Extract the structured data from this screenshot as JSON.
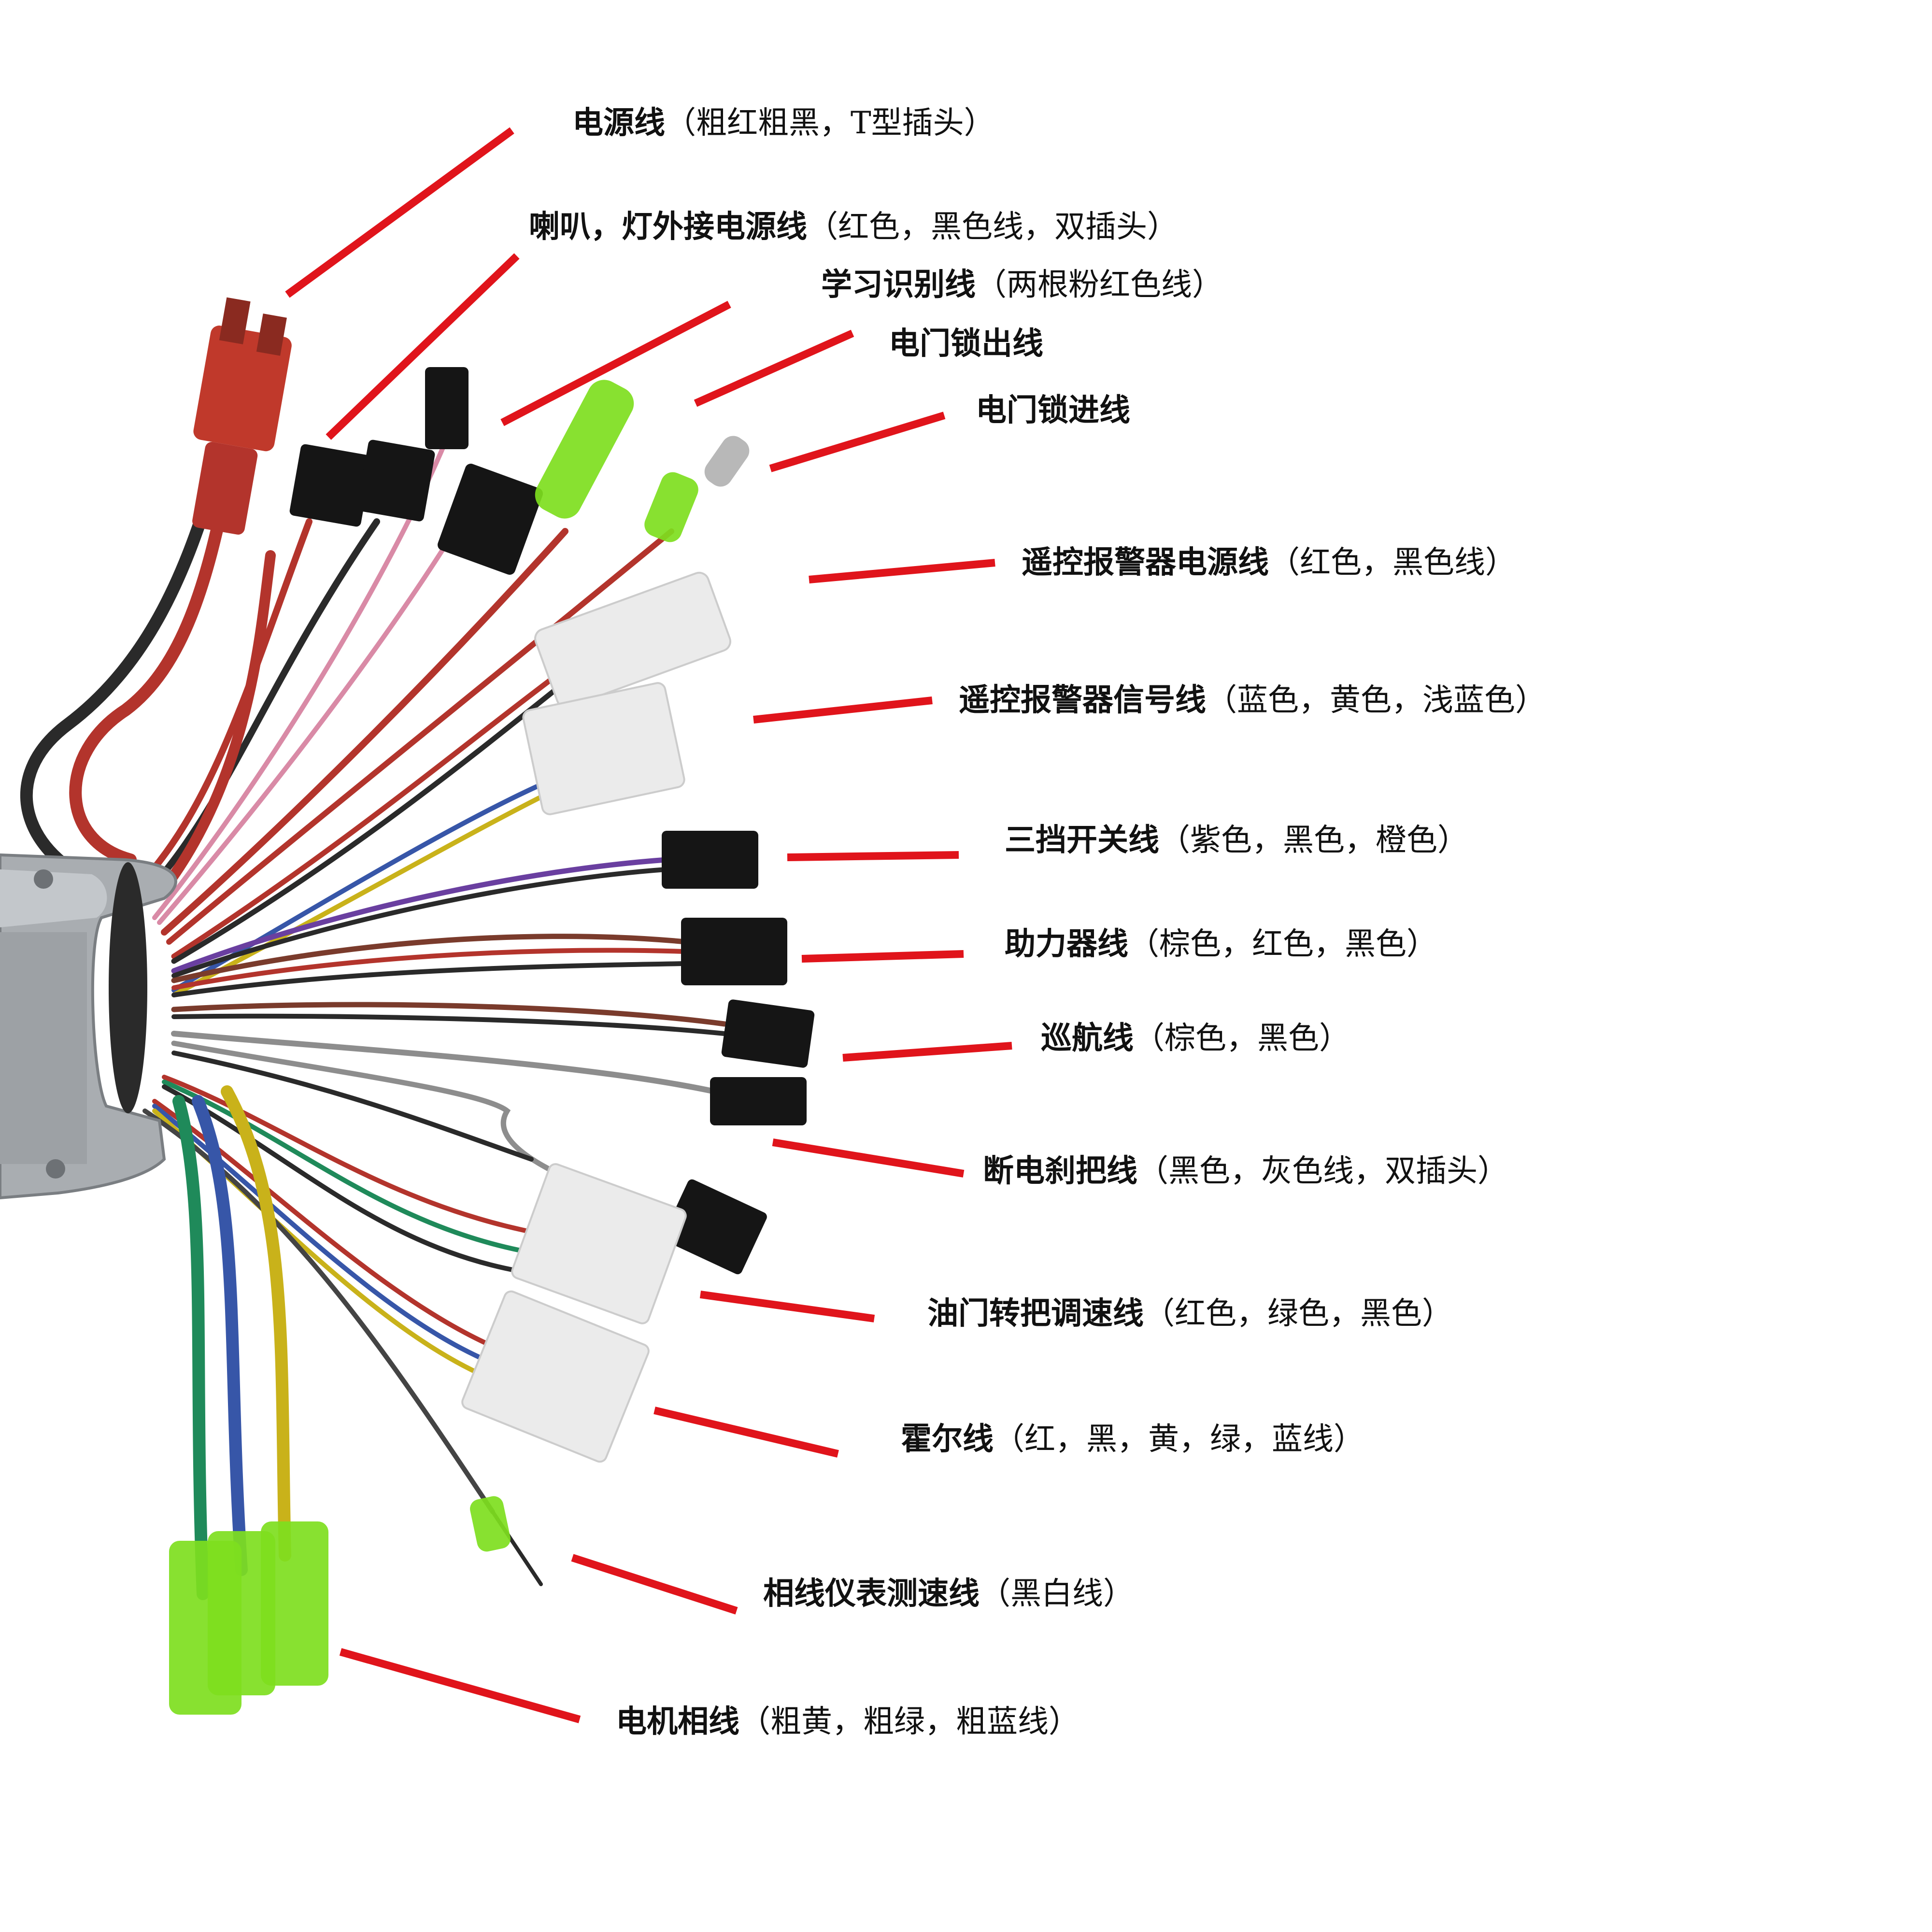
{
  "colors": {
    "leader": "#e0141b",
    "text": "#111111",
    "background": "#ffffff",
    "controller_body": "#a9adb1",
    "wire_red": "#b3342c",
    "wire_black": "#2a2a2a",
    "wire_pink": "#d98aa6",
    "wire_blue": "#3756a8",
    "wire_yellow": "#c9b21a",
    "wire_green": "#1f8a5a",
    "wire_purple": "#6a3fa0",
    "wire_gray": "#8d8d8d",
    "connector_green": "#7ede1e",
    "connector_white": "#ebebeb",
    "connector_black": "#151515",
    "connector_red": "#c0392b"
  },
  "labels": [
    {
      "name": "电源线",
      "detail": "（粗红粗黑，T型插头）"
    },
    {
      "name": "喇叭，灯外接电源线",
      "detail": "（红色，黑色线，双插头）"
    },
    {
      "name": "学习识别线",
      "detail": "（两根粉红色线）"
    },
    {
      "name": "电门锁出线",
      "detail": ""
    },
    {
      "name": "电门锁进线",
      "detail": ""
    },
    {
      "name": "遥控报警器电源线",
      "detail": "（红色，黑色线）"
    },
    {
      "name": "遥控报警器信号线",
      "detail": "（蓝色，黄色，浅蓝色）"
    },
    {
      "name": "三挡开关线",
      "detail": "（紫色，黑色，橙色）"
    },
    {
      "name": "助力器线",
      "detail": "（棕色，红色，黑色）"
    },
    {
      "name": "巡航线",
      "detail": "（棕色，黑色）"
    },
    {
      "name": "断电刹把线",
      "detail": "（黑色，灰色线，双插头）"
    },
    {
      "name": "油门转把调速线",
      "detail": "（红色，绿色，黑色）"
    },
    {
      "name": "霍尔线",
      "detail": "（红，黑，黄，绿，蓝线）"
    },
    {
      "name": "相线仪表测速线",
      "detail": "（黑白线）"
    },
    {
      "name": "电机相线",
      "detail": "（粗黄，粗绿，粗蓝线）"
    }
  ]
}
